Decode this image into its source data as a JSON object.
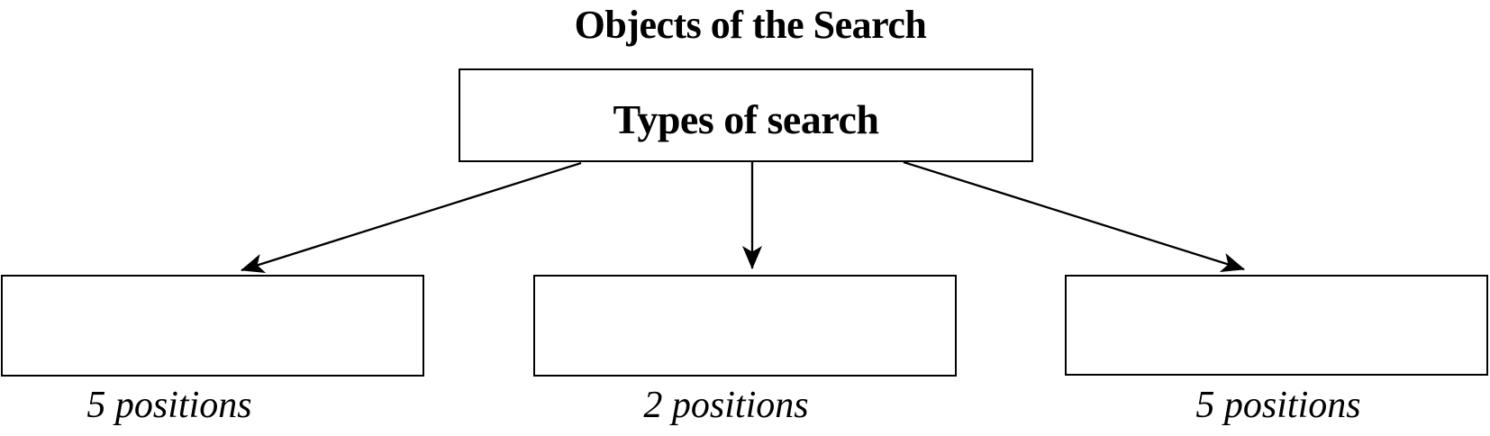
{
  "diagram": {
    "title": "Objects of the Search",
    "root": {
      "label": "Types of search"
    },
    "branches": [
      {
        "caption": "5 positions"
      },
      {
        "caption": "2 positions"
      },
      {
        "caption": "5 positions"
      }
    ],
    "colors": {
      "ink": "#000000",
      "background": "#ffffff"
    }
  }
}
